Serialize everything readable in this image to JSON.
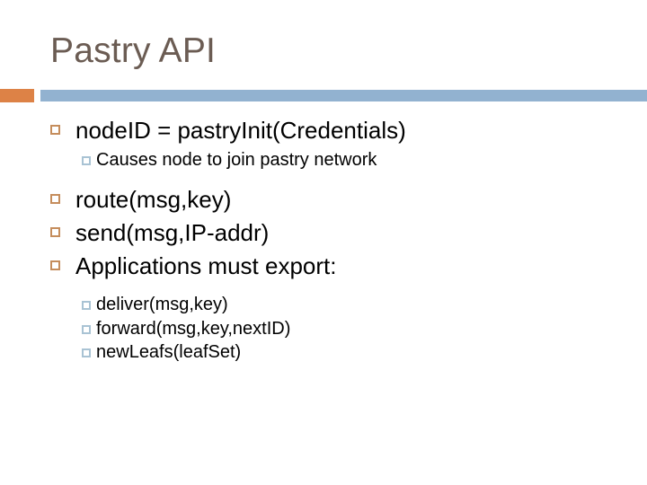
{
  "slide": {
    "title": "Pastry API",
    "colors": {
      "title_text": "#6b5c53",
      "divider_square": "#dd8246",
      "divider_bar": "#92b2d0",
      "level1_bullet": "#c58d5c",
      "level2_bullet": "#a9c3d4",
      "body_text": "#000000",
      "background": "#ffffff"
    },
    "bullets": [
      {
        "level": 1,
        "text": "nodeID = pastryInit(Credentials)"
      },
      {
        "level": 2,
        "text": "Causes node to join pastry network"
      },
      {
        "level": 1,
        "text": "route(msg,key)"
      },
      {
        "level": 1,
        "text": "send(msg,IP-addr)"
      },
      {
        "level": 1,
        "text": "Applications must export:"
      },
      {
        "level": 2,
        "text": "deliver(msg,key)"
      },
      {
        "level": 2,
        "text": "forward(msg,key,nextID)"
      },
      {
        "level": 2,
        "text": "newLeafs(leafSet)"
      }
    ]
  }
}
